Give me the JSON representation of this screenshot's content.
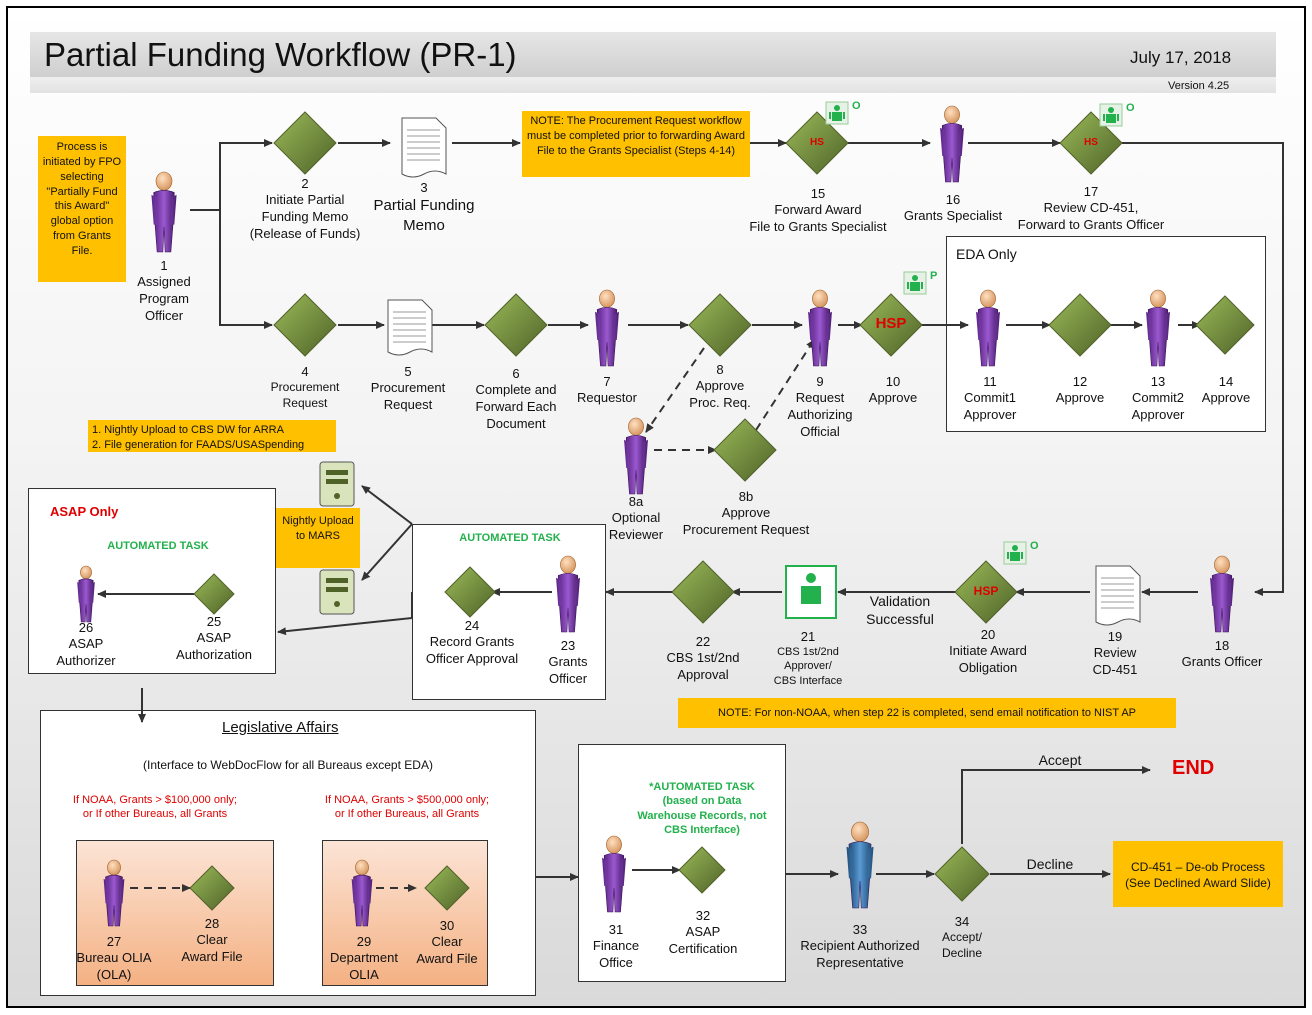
{
  "header": {
    "title": "Partial Funding Workflow (PR-1)",
    "date": "July 17, 2018",
    "version": "Version 4.25"
  },
  "notes": {
    "process_init": "Process is initiated by FPO selecting \"Partially Fund this Award\" global option from Grants File.",
    "procurement_note": "NOTE: The Procurement Request workflow must be completed prior to forwarding Award File to the Grants Specialist (Steps 4-14)",
    "nightly_upload_cbs": "1. Nightly Upload to CBS DW for ARRA\n2. File generation for FAADS/USASpending",
    "nightly_upload_mars": "Nightly Upload to MARS",
    "non_noaa_note": "NOTE: For non-NOAA, when step 22 is completed, send email notification to NIST AP",
    "declined_note": "CD-451 – De-ob Process (See Declined Award Slide)"
  },
  "steps": {
    "s1": {
      "num": "1",
      "label": "Assigned\nProgram\nOfficer"
    },
    "s2": {
      "num": "2",
      "label": "Initiate Partial\nFunding Memo\n(Release of Funds)"
    },
    "s3": {
      "num": "3",
      "label": "Partial Funding\nMemo"
    },
    "s4": {
      "num": "4",
      "label": "Procurement\nRequest"
    },
    "s5": {
      "num": "5",
      "label": "Procurement\nRequest"
    },
    "s6": {
      "num": "6",
      "label": "Complete and\nForward Each\nDocument"
    },
    "s7": {
      "num": "7",
      "label": "Requestor"
    },
    "s8": {
      "num": "8",
      "label": "Approve\nProc. Req."
    },
    "s8a": {
      "num": "8a",
      "label": "Optional\nReviewer"
    },
    "s8b": {
      "num": "8b",
      "label": "Approve\nProcurement Request"
    },
    "s9": {
      "num": "9",
      "label": "Request\nAuthorizing\nOfficial"
    },
    "s10": {
      "num": "10",
      "label": "Approve"
    },
    "s11": {
      "num": "11",
      "label": "Commit1\nApprover"
    },
    "s12": {
      "num": "12",
      "label": "Approve"
    },
    "s13": {
      "num": "13",
      "label": "Commit2\nApprover"
    },
    "s14": {
      "num": "14",
      "label": "Approve"
    },
    "s15": {
      "num": "15",
      "label": "Forward Award\nFile to Grants Specialist"
    },
    "s16": {
      "num": "16",
      "label": "Grants Specialist"
    },
    "s17": {
      "num": "17",
      "label": "Review CD-451,\nForward to Grants Officer"
    },
    "s18": {
      "num": "18",
      "label": "Grants Officer"
    },
    "s19": {
      "num": "19",
      "label": "Review\nCD-451"
    },
    "s20": {
      "num": "20",
      "label": "Initiate Award\nObligation"
    },
    "s21": {
      "num": "21",
      "label": "CBS 1st/2nd\nApprover/\nCBS Interface"
    },
    "s22": {
      "num": "22",
      "label": "CBS 1st/2nd\nApproval"
    },
    "s23": {
      "num": "23",
      "label": "Grants\nOfficer"
    },
    "s24": {
      "num": "24",
      "label": "Record  Grants\nOfficer Approval"
    },
    "s25": {
      "num": "25",
      "label": "ASAP\nAuthorization"
    },
    "s26": {
      "num": "26",
      "label": "ASAP\nAuthorizer"
    },
    "s27": {
      "num": "27",
      "label": "Bureau OLIA\n(OLA)"
    },
    "s28": {
      "num": "28",
      "label": "Clear\nAward File"
    },
    "s29": {
      "num": "29",
      "label": "Department\nOLIA"
    },
    "s30": {
      "num": "30",
      "label": "Clear\nAward File"
    },
    "s31": {
      "num": "31",
      "label": "Finance\nOffice"
    },
    "s32": {
      "num": "32",
      "label": "ASAP\nCertification"
    },
    "s33": {
      "num": "33",
      "label": "Recipient Authorized\nRepresentative"
    },
    "s34": {
      "num": "34",
      "label": "Accept/\nDecline"
    }
  },
  "diamond_tags": {
    "hs": "HS",
    "hsp": "HSP"
  },
  "badges": {
    "o": "O",
    "p": "P"
  },
  "panels": {
    "eda_title": "EDA Only",
    "asap_title": "ASAP Only",
    "automated_task": "AUTOMATED TASK",
    "legislative_title": "Legislative Affairs",
    "legislative_sub": "(Interface to WebDocFlow for all Bureaus except EDA)",
    "leg_cond_1": "If NOAA, Grants > $100,000 only; or If other Bureaus, all Grants",
    "leg_cond_2": "If NOAA, Grants > $500,000 only; or If other Bureaus, all Grants",
    "automated_task_dw": "*AUTOMATED TASK (based on Data Warehouse Records, not CBS Interface)"
  },
  "flow_labels": {
    "validation": "Validation\nSuccessful",
    "accept": "Accept",
    "decline": "Decline",
    "end": "END"
  },
  "colors": {
    "person_purple": "#7030a0",
    "person_blue": "#2e75b6",
    "diamond_green": "#77933c",
    "note_orange": "#ffc000",
    "accent_red": "#e00000",
    "accent_green": "#22b14c"
  }
}
